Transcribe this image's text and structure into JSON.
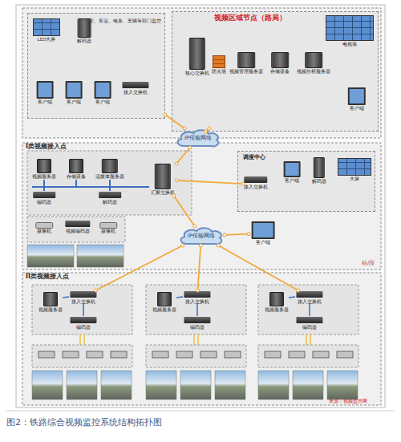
{
  "diagram": {
    "caption": "图2：铁路综合视频监控系统结构拓扑图",
    "nodes": [
      {
        "text": [
          "公安、客运、电务、车辆等部门监控台"
        ]
      },
      {
        "text": [
          "LED大屏"
        ],
        "in": 0
      },
      {
        "text": [
          "解码器"
        ],
        "in": 0
      },
      {
        "text": [
          "客户端"
        ],
        "in": 0
      },
      {
        "text": [
          "客户端"
        ],
        "in": 0
      },
      {
        "text": [
          "客户端"
        ],
        "in": 0
      },
      {
        "text": [
          "接入交换机"
        ],
        "in": 0
      },
      {
        "text": [
          "视频区域节点（路局）"
        ]
      },
      {
        "text": [
          "核心交换机"
        ],
        "in": 7
      },
      {
        "text": [
          "防火墙"
        ],
        "in": 7
      },
      {
        "text": [
          "视频管理服务器"
        ],
        "in": 7
      },
      {
        "text": [
          "存储设备"
        ],
        "in": 7
      },
      {
        "text": [
          "视频分析服务器"
        ],
        "in": 7
      },
      {
        "text": [
          "电视墙"
        ],
        "in": 7
      },
      {
        "text": [
          "客户端"
        ],
        "in": 7
      },
      {
        "text": [
          "IP传输网络"
        ]
      },
      {
        "text": [
          "I类视频接入点"
        ]
      },
      {
        "text": [
          "视频服务器"
        ],
        "in": 16
      },
      {
        "text": [
          "存储设备"
        ],
        "in": 16
      },
      {
        "text": [
          "流媒体服务器"
        ],
        "in": 16
      },
      {
        "text": [
          "汇聚交换机"
        ],
        "in": 16
      },
      {
        "text": [
          "编码器"
        ],
        "in": 16
      },
      {
        "text": [
          "解码器"
        ],
        "in": 16
      },
      {
        "text": [
          "摄像机"
        ],
        "in": 16
      },
      {
        "text": [
          "视频编码器"
        ],
        "in": 16
      },
      {
        "text": [
          "摄像机"
        ],
        "in": 16
      },
      {
        "text": [
          "调度中心"
        ],
        "in": 16
      },
      {
        "text": [
          "接入交换机"
        ],
        "in": 26
      },
      {
        "text": [
          "客户端"
        ],
        "in": 26
      },
      {
        "text": [
          "解码器"
        ],
        "in": 26
      },
      {
        "text": [
          "大屏"
        ],
        "in": 26
      },
      {
        "text": [
          "IP传输网络"
        ],
        "in": 16
      },
      {
        "text": [
          "客户端"
        ],
        "in": 16
      },
      {
        "text": [
          "II类视频接入点"
        ]
      },
      {
        "text": [
          "视频服务器"
        ],
        "in": 33
      },
      {
        "text": [
          "接入交换机"
        ],
        "in": 33
      },
      {
        "text": [
          "编码器"
        ],
        "in": 33
      },
      {
        "text": [
          "视频服务器"
        ],
        "in": 33
      },
      {
        "text": [
          "接入交换机"
        ],
        "in": 33
      },
      {
        "text": [
          "编码器"
        ],
        "in": 33
      },
      {
        "text": [
          "视频服务器"
        ],
        "in": 33
      },
      {
        "text": [
          "接入交换机"
        ],
        "in": 33
      },
      {
        "text": [
          "编码器"
        ],
        "in": 33
      }
    ],
    "edges": [
      {
        "from": 15,
        "to": 0,
        "arrow": "none"
      },
      {
        "from": 15,
        "to": 7,
        "arrow": "none"
      },
      {
        "from": 15,
        "to": 20,
        "arrow": "none"
      },
      {
        "from": 20,
        "to": 27,
        "arrow": "none"
      },
      {
        "from": 20,
        "to": 31,
        "arrow": "none"
      },
      {
        "from": 31,
        "to": 32,
        "arrow": "none"
      },
      {
        "from": 31,
        "to": 35,
        "arrow": "none"
      },
      {
        "from": 31,
        "to": 38,
        "arrow": "none"
      },
      {
        "from": 31,
        "to": 41,
        "arrow": "none"
      }
    ],
    "labels": [
      "站/段",
      "来源：视频监控网"
    ]
  }
}
